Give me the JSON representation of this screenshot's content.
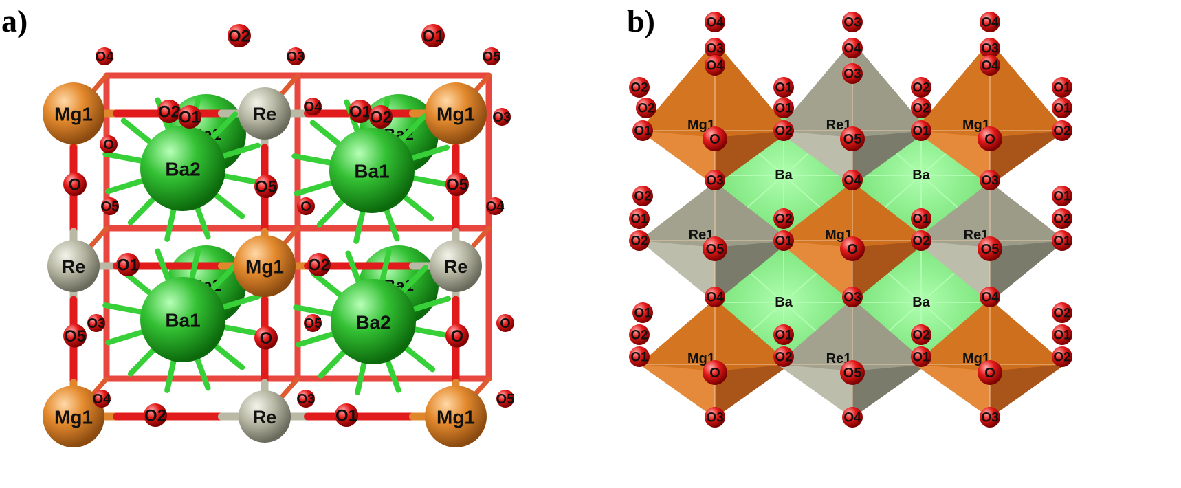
{
  "panel_a": {
    "label": "a)",
    "atoms": {
      "front_mg": [
        [
          "Mg1",
          0,
          0
        ],
        [
          "Mg1",
          2,
          0
        ],
        [
          "Mg1",
          0,
          2
        ],
        [
          "Mg1",
          2,
          2
        ],
        [
          "Mg1",
          1,
          1
        ]
      ],
      "front_re": [
        [
          "Re",
          1,
          0
        ],
        [
          "Re",
          0,
          1
        ],
        [
          "Re",
          2,
          1
        ],
        [
          "Re",
          1,
          2
        ]
      ],
      "back_mg": [
        [
          "Mg1",
          1,
          -1
        ],
        [
          "Mg1",
          -1,
          1
        ],
        [
          "Mg1",
          3,
          1
        ],
        [
          "Mg1",
          1,
          3
        ]
      ],
      "back_re": [
        [
          "Re",
          0,
          -1
        ],
        [
          "Re",
          2,
          -1
        ],
        [
          "Re",
          0,
          3
        ],
        [
          "Re",
          2,
          3
        ]
      ],
      "ba_front": [
        [
          "Ba2",
          0,
          0
        ],
        [
          "Ba1",
          1,
          0
        ],
        [
          "Ba1",
          0,
          1
        ],
        [
          "Ba2",
          1,
          1
        ]
      ],
      "ba_back": [
        [
          "Ba1",
          0,
          0
        ],
        [
          "Ba2",
          1,
          0
        ],
        [
          "Ba2",
          0,
          1
        ],
        [
          "Ba1",
          1,
          1
        ]
      ],
      "o_top": [
        [
          "O2",
          0
        ],
        [
          "O1",
          1
        ]
      ],
      "o_mid": [
        [
          "O1",
          0
        ],
        [
          "O2",
          1
        ]
      ],
      "o_bot": [
        [
          "O2",
          0
        ],
        [
          "O1",
          1
        ]
      ],
      "o_left": [
        [
          "O",
          0
        ],
        [
          "O5",
          1
        ]
      ],
      "o_right": [
        [
          "O5",
          0
        ],
        [
          "O",
          1
        ]
      ],
      "o_center_h": [
        [
          "O5",
          0
        ],
        [
          "O",
          1
        ]
      ],
      "o_center_v": [
        [
          "O1",
          0
        ],
        [
          "O2",
          1
        ]
      ],
      "o_misc": [
        "O4",
        "O3",
        "O5",
        "O"
      ]
    }
  },
  "panel_b": {
    "label": "b)",
    "ba_label": "Ba",
    "octahedra_rows": [
      {
        "cations": [
          "Mg1",
          "Re1",
          "Mg1"
        ],
        "center_o": [
          "O",
          "O5",
          "O"
        ]
      },
      {
        "cations": [
          "Re1",
          "Mg1",
          "Re1"
        ],
        "center_o": [
          "O5",
          "O",
          "O5"
        ]
      },
      {
        "cations": [
          "Mg1",
          "Re1",
          "Mg1"
        ],
        "center_o": [
          "O",
          "O5",
          "O"
        ]
      }
    ],
    "vertex_o": {
      "top": [
        "O4",
        "O3",
        "O4"
      ],
      "top_back": [
        "O3",
        "O4",
        "O3"
      ],
      "row1_mid": [
        "O1",
        "O2",
        "O1",
        "O2"
      ],
      "row1_back": [
        "O2",
        "O1",
        "O2",
        "O1"
      ],
      "layer12": [
        "O3",
        "O4",
        "O3"
      ],
      "row2_mid": [
        "O2",
        "O1",
        "O2",
        "O1"
      ],
      "row2_back": [
        "O1",
        "O2",
        "O1",
        "O2"
      ],
      "layer23": [
        "O4",
        "O3",
        "O4"
      ],
      "row3_mid": [
        "O1",
        "O2",
        "O1",
        "O2"
      ],
      "row3_back": [
        "O2",
        "O1",
        "O2",
        "O1"
      ],
      "bottom": [
        "O3",
        "O4",
        "O3"
      ]
    }
  },
  "colors": {
    "mg": "#e0862c",
    "re": "#b9b9a6",
    "ba": "#3cbc3c",
    "o": "#e11b1b",
    "octa_mg": "#d1721f",
    "octa_re": "#9e9e8c",
    "ba_glow": "#7cf07c"
  }
}
